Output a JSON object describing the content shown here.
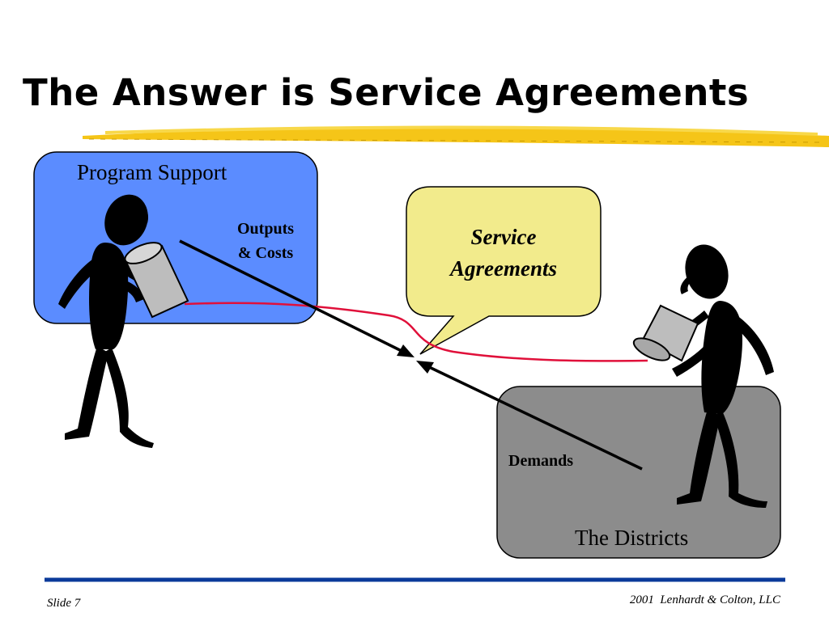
{
  "slide": {
    "title": "The Answer is Service Agreements",
    "program_support_label": "Program Support",
    "outputs_costs_line1": "Outputs",
    "outputs_costs_line2": "& Costs",
    "service_agreements_line1": "Service",
    "service_agreements_line2": "Agreements",
    "demands_label": "Demands",
    "districts_label": "The Districts"
  },
  "footer": {
    "slide_number": "Slide 7",
    "copyright": "2001  Lenhardt & Colton, LLC"
  },
  "colors": {
    "program_support_box": "#5b8cff",
    "districts_box": "#8c8c8c",
    "bubble": "#f2eb8c",
    "string_line": "#e0103a",
    "footer_rule": "#0a3a9a",
    "highlighter": "#f5c518"
  }
}
